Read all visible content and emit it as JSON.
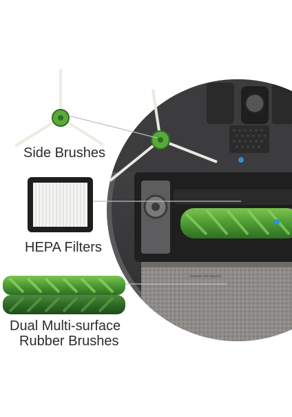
{
  "labels": {
    "side_brushes": "Side Brushes",
    "hepa_filters": "HEPA Filters",
    "dual_line1": "Dual Multi-surface",
    "dual_line2": "Rubber Brushes"
  },
  "robot_print": "Automatic Dirt Disposal",
  "colors": {
    "brush_green": "#5aaa3a",
    "brush_dark_green": "#3d7f2a",
    "robot_body": "#3a3a3c",
    "pad": "#8c8885",
    "pointer": "#2f8fd8"
  }
}
